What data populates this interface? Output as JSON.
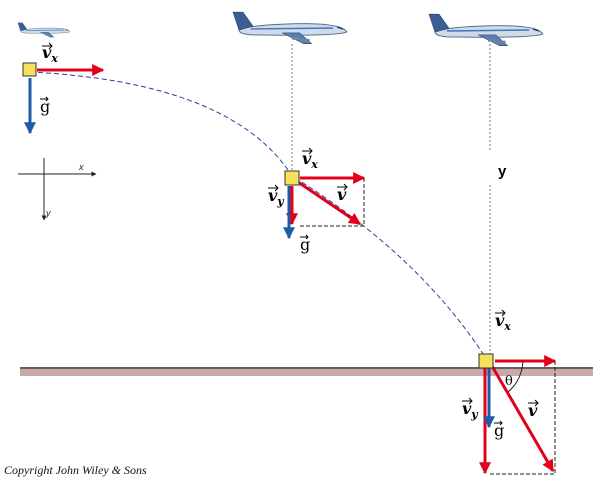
{
  "labels": {
    "vx": "v",
    "x_sub": "x",
    "vy": "v",
    "y_sub": "y",
    "v": "v",
    "g": "g",
    "theta": "θ",
    "axis_x": "x",
    "axis_y": "y",
    "height": "y"
  },
  "credit": "Copyright John Wiley & Sons",
  "colors": {
    "velocity": "#e4001b",
    "gravity": "#1f5aa6",
    "trajectory": "#2a3f9a",
    "package_fill": "#f7e15a",
    "ground": "#b89a9a",
    "plane_body": "#c9d6e6",
    "plane_stripe": "#3a78c2"
  },
  "icons": [
    "airplane-icon",
    "package-icon",
    "arrow-icon"
  ]
}
